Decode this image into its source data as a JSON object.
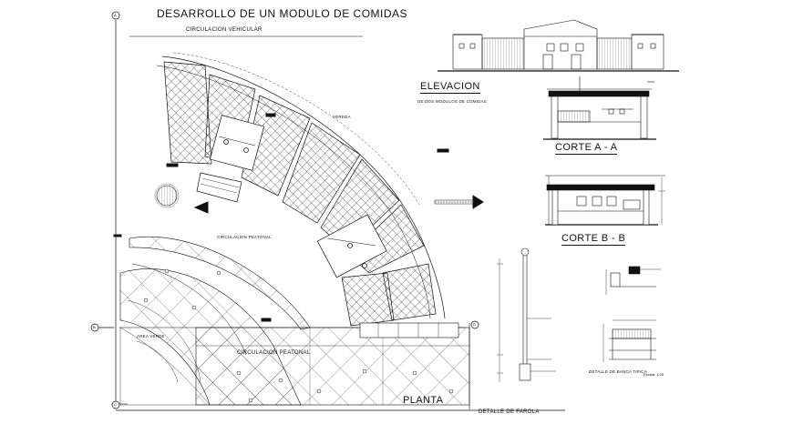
{
  "title": "DESARROLLO DE UN MODULO DE COMIDAS",
  "labels": {
    "circ_vehicular": "CIRCULACION VEHICULAR",
    "vereda": "VEREDA",
    "circ_peatonal_upper": "CIRCULACION PEATONAL",
    "circ_peatonal_lower": "CIRCULACION PEATONAL",
    "area_verde": "AREA VERDE",
    "planta": "PLANTA",
    "elevacion": "ELEVACION",
    "elevacion_sub": "DE DOS MODULOS DE COMIDAS",
    "corte_aa": "CORTE A - A",
    "corte_bb": "CORTE B - B",
    "detalle_farola": "DETALLE DE FAROLA",
    "detalle_banca": "DETALLE DE BANCA TIPICA",
    "escala": "Escala: 1/25"
  },
  "grid_markers": [
    "A",
    "B",
    "C",
    "D"
  ],
  "colors": {
    "ink": "#111111",
    "paper": "#ffffff",
    "hatch": "#222222"
  }
}
